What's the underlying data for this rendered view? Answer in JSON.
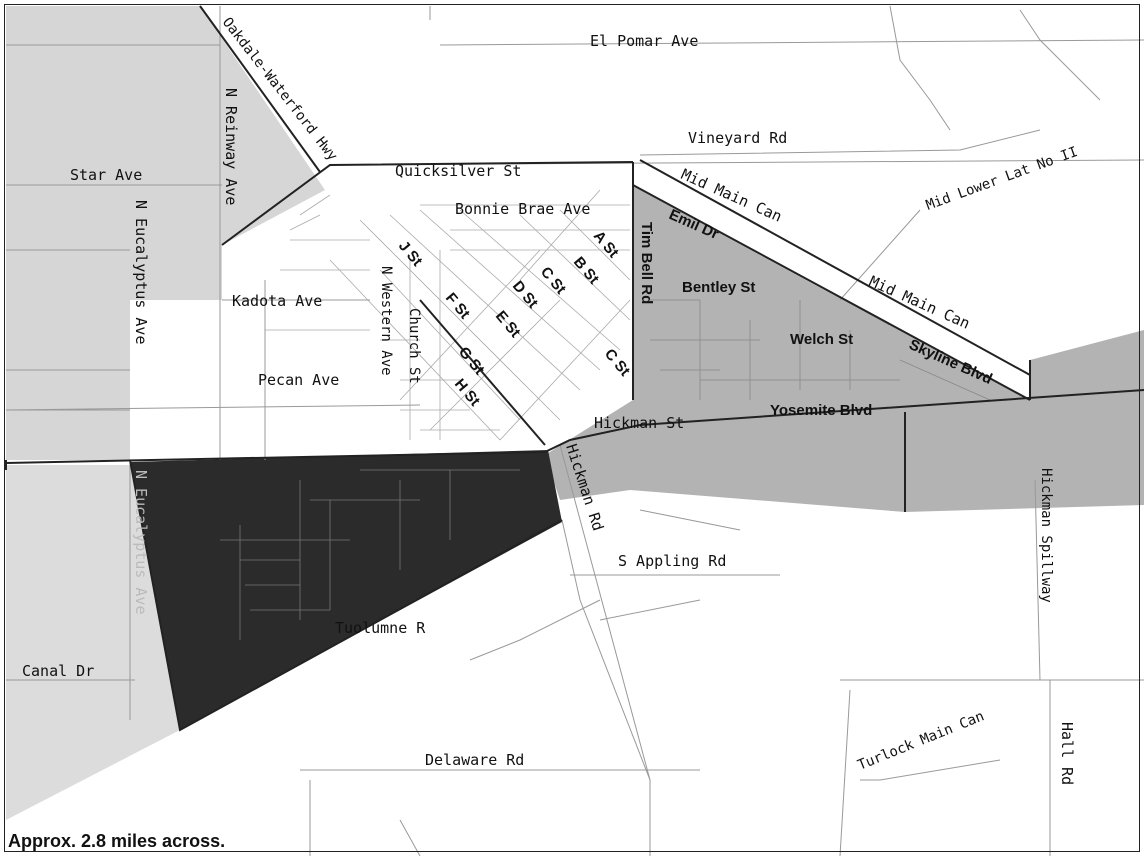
{
  "roads": {
    "el_pomar": "El Pomar Ave",
    "oakdale_waterford": "Oakdale-Waterford Hwy",
    "n_reinway": "N Reinway Ave",
    "star": "Star Ave",
    "vineyard": "Vineyard Rd",
    "quicksilver": "Quicksilver St",
    "bonnie_brae": "Bonnie Brae Ave",
    "mid_main_can_1": "Mid Main Can",
    "mid_main_can_2": "Mid Main Can",
    "mid_lower_lat": "Mid Lower Lat No II",
    "emil": "Emil Dr",
    "tim_bell": "Tim Bell Rd",
    "n_eucalyptus": "N Eucalyptus Ave",
    "kadota": "Kadota Ave",
    "n_western": "N Western Ave",
    "church": "Church St",
    "j_st": "J St",
    "f_st": "F St",
    "g_st": "G St",
    "h_st": "H St",
    "a_st": "A St",
    "b_st": "B St",
    "c_st": "C St",
    "d_st": "D St",
    "e_st": "E St",
    "c_st2": "C St",
    "bentley": "Bentley St",
    "welch": "Welch St",
    "skyline": "Skyline Blvd",
    "pecan": "Pecan Ave",
    "hickman_st": "Hickman St",
    "yosemite": "Yosemite Blvd",
    "hickman_rd": "Hickman Rd",
    "hickman_spillway": "Hickman Spillway",
    "s_appling": "S Appling Rd",
    "tuolumne": "Tuolumne R",
    "canal": "Canal Dr",
    "n_eucalyptus_s": "N Eucalyptus Ave",
    "turlock_main_can": "Turlock Main Can",
    "hall": "Hall Rd",
    "delaware": "Delaware Rd"
  },
  "caption": "Approx. 2.8 miles across.",
  "colors": {
    "dark_region": "#2b2b2b",
    "gray_region": "#b3b3b3",
    "light_region": "#d2d2d2"
  }
}
